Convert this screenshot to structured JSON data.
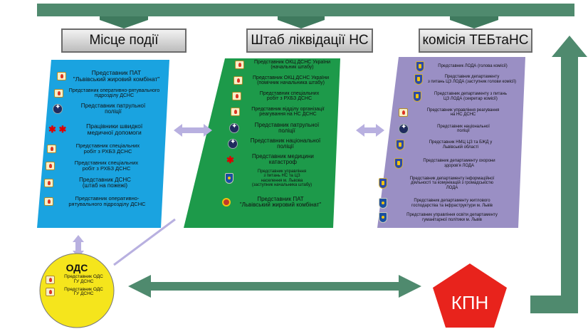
{
  "headers": {
    "left": "Місце події",
    "middle": "Штаб ліквідації НС",
    "right": "комісія ТЕБтаНС"
  },
  "left_items": [
    {
      "icon": "fire-emblem-icon",
      "text": "Представник ПАТ\n\"Львівський жировий комбінат\""
    },
    {
      "icon": "fire-emblem-icon",
      "text": "Представник оперативно-рятувального\nпідрозділу ДСНС"
    },
    {
      "icon": "police-emblem-icon",
      "text": "Представник патрульної\nполіції"
    },
    {
      "icon": "medical-cross-icon",
      "text": "Працівники швидкої\nмедичної допомоги"
    },
    {
      "icon": "fire-emblem-icon",
      "text": "Представник спеціальних\nробіт з РХБЗ ДСНС"
    },
    {
      "icon": "fire-emblem-icon",
      "text": "Представник спеціальних\nробіт з РХБЗ ДСНС"
    },
    {
      "icon": "fire-emblem-icon",
      "text": "Представник ДСНС\n(штаб на пожежі)"
    },
    {
      "icon": "fire-emblem-icon",
      "text": "Представник оперативно-\nрятувального підрозділу ДСНС"
    }
  ],
  "middle_items": [
    {
      "icon": "fire-emblem-icon",
      "text": "Представник ОКЦ ДСНС України\n(начальник штабу)"
    },
    {
      "icon": "fire-emblem-icon",
      "text": "Представник ОКЦ ДСНС України\n(помічник начальника штабу)"
    },
    {
      "icon": "fire-emblem-icon",
      "text": "Представник спеціальних\nробіт з РХБЗ ДСНС"
    },
    {
      "icon": "fire-emblem-icon",
      "text": "Представник відділу організації\nреагування на НС ДСНС"
    },
    {
      "icon": "police-emblem-icon",
      "text": "Представник патрульної\nполіції"
    },
    {
      "icon": "police-emblem-icon",
      "text": "Представник національної\nполіції"
    },
    {
      "icon": "medical-cross-icon",
      "text": "Представник медицини\nкатастроф"
    },
    {
      "icon": "lion-emblem-icon",
      "text": "Представник управління\nз питань НС та ЦЗ\nнаселення м. Львова\n(заступник начальника штабу)"
    },
    {
      "icon": "company-logo-icon",
      "text": "Представник ПАТ\n\"Львівський жировий комбінат\""
    }
  ],
  "right_items": [
    {
      "icon": "shield-emblem-icon",
      "text": "Представник ЛОДА (голова комісії)"
    },
    {
      "icon": "shield-emblem-icon",
      "text": "Представник департаменту\nз питань ЦЗ ЛОДА (заступник голови комісії)"
    },
    {
      "icon": "shield-emblem-icon",
      "text": "Представник департаменту з питань\nЦЗ ЛОДА (секретар комісії)"
    },
    {
      "icon": "fire-emblem-icon",
      "text": "Представник управління реагування\nна НС ДСНС"
    },
    {
      "icon": "police-emblem-icon",
      "text": "Представник національної\nполіції"
    },
    {
      "icon": "shield-emblem-icon",
      "text": "Представник НМЦ ЦЗ та БЖД у\nЛьвівській області"
    },
    {
      "icon": "shield-emblem-icon",
      "text": "Представник департаменту охорони\nздоров'я ЛОДА"
    },
    {
      "icon": "shield-emblem-icon",
      "text": "Представник департаменту інформаційної\nдіяльності та комунікацій з громадськістю\nЛОДА"
    },
    {
      "icon": "lion-emblem-icon",
      "text": "Представник департаменту житлового\nгосподарства та інфраструктури м. Львів"
    },
    {
      "icon": "lion-emblem-icon",
      "text": "Представник управління освіти департаменту\nгуманітарної політики м. Львів"
    }
  ],
  "ods": {
    "title": "ОДС",
    "items": [
      {
        "icon": "fire-emblem-icon",
        "text": "Представник ОДС\nГУ ДСНС"
      },
      {
        "icon": "fire-emblem-icon",
        "text": "Представник ОДС\nГУ ДСНС"
      }
    ]
  },
  "kpn": {
    "label": "КПН"
  },
  "colors": {
    "left_panel": "#1aa3e0",
    "middle_panel": "#1d9a4a",
    "right_panel": "#9a8fc4",
    "arrows": "#4f8a6e",
    "connector": "#b8b0e0",
    "ods_circle": "#f5e51c",
    "kpn_pentagon": "#e8231c"
  }
}
